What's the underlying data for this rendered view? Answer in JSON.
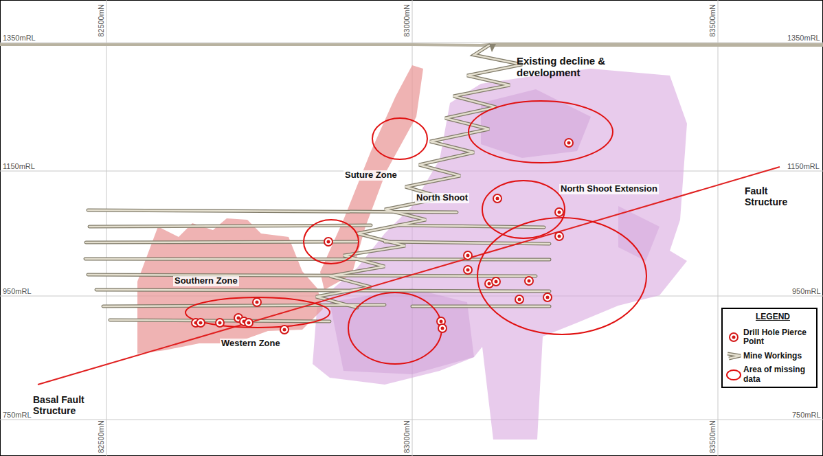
{
  "diagram": {
    "labels": [
      "1350mRL",
      "1350mRL",
      "1150mRL",
      "1150mRL",
      "950mRL",
      "950mRL",
      "750mRL",
      "750mRL",
      "82500mN",
      "83000mN",
      "83500mN",
      "82500mN",
      "83000mN",
      "83500mN",
      "Existing decline & development",
      "Suture Zone",
      "North Shoot",
      "North Shoot Extension",
      "Fault Structure",
      "Southern Zone",
      "Western Zone",
      "Basal Fault Structure",
      "LEGEND"
    ],
    "legend": [
      {
        "text": "Drill Hole Pierce Point"
      },
      {
        "text": "Mine Workings"
      },
      {
        "text": "Area of missing data"
      }
    ]
  }
}
